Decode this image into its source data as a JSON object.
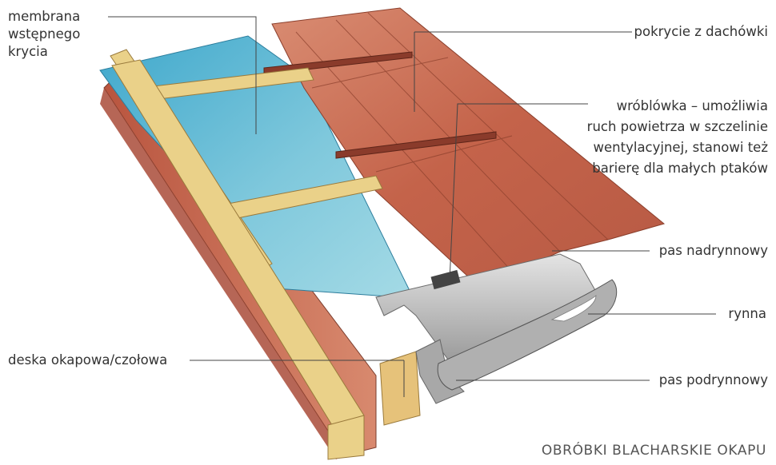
{
  "labels": {
    "membrana": [
      "membrana",
      "wstępnego",
      "krycia"
    ],
    "pokrycie": "pokrycie z dachówki",
    "wroblowka": [
      "wróblówka – umożliwia",
      "ruch powietrza w szczelinie",
      "wentylacyjnej, stanowi też",
      "barierę dla małych ptaków"
    ],
    "nadrynnowy": "pas nadrynnowy",
    "rynna": "rynna",
    "deska": "deska okapowa/czołowa",
    "podrynnowy": "pas podrynnowy"
  },
  "title": "OBRÓBKI BLACHARSKIE OKAPU",
  "colors": {
    "membrane": "#5ab4d0",
    "tile": "#c8684c",
    "wood": "#e9cf82",
    "brick": "#c86a52",
    "metal": "#c9c9c9",
    "leader": "#444444"
  }
}
